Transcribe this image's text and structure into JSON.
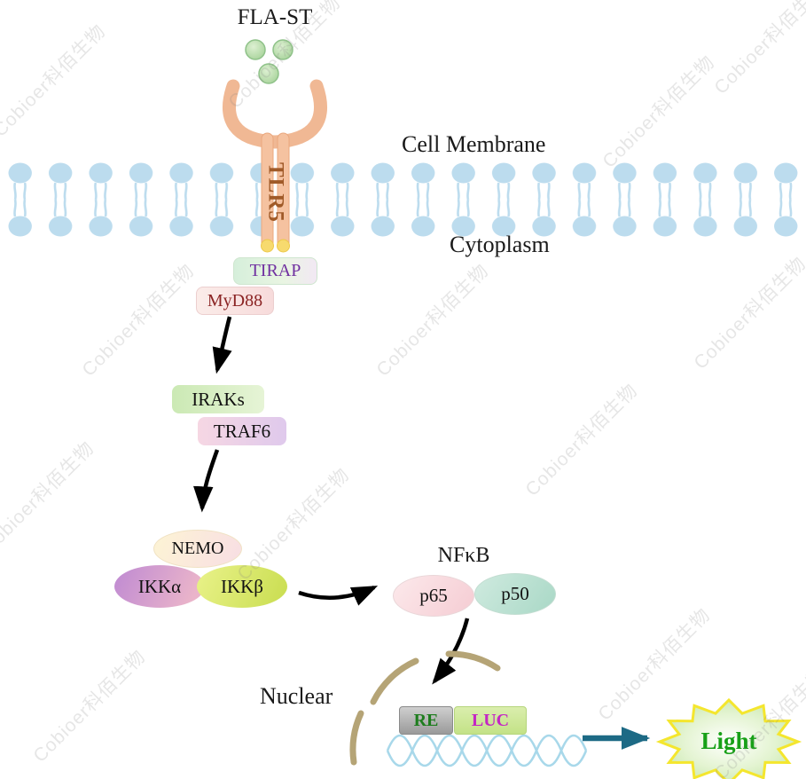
{
  "watermark": {
    "text": "Cobioer科佰生物"
  },
  "ligand": {
    "label": "FLA-ST"
  },
  "receptor": {
    "label": "TLR5"
  },
  "membrane": {
    "label": "Cell Membrane"
  },
  "cytoplasm": {
    "label": "Cytoplasm"
  },
  "adapters": {
    "tirap": "TIRAP",
    "myd88": "MyD88"
  },
  "signaling": {
    "iraks": "IRAKs",
    "traf6": "TRAF6"
  },
  "ikk": {
    "nemo": "NEMO",
    "alpha": "IKKα",
    "beta": "IKKβ"
  },
  "nfkb": {
    "label": "NFκB",
    "p65": "p65",
    "p50": "p50"
  },
  "nucleus": {
    "label": "Nuclear"
  },
  "reporter": {
    "re": "RE",
    "luc": "LUC"
  },
  "output": {
    "label": "Light"
  },
  "colors": {
    "ligand_fill": "#b7dcaa",
    "receptor": "#f0b894",
    "receptor_text": "#a05a28",
    "membrane": "#bcdcee",
    "tirap_text": "#7030a0",
    "myd88_text": "#8b2424",
    "arrow": "#000000",
    "nuclear_envelope": "#b5a476",
    "dna": "#a8d8ea",
    "final_arrow": "#1d6a85",
    "star_border": "#f4e62e",
    "re_text": "#1e7d1e",
    "luc_text": "#c426c4",
    "light_text": "#17a017"
  }
}
